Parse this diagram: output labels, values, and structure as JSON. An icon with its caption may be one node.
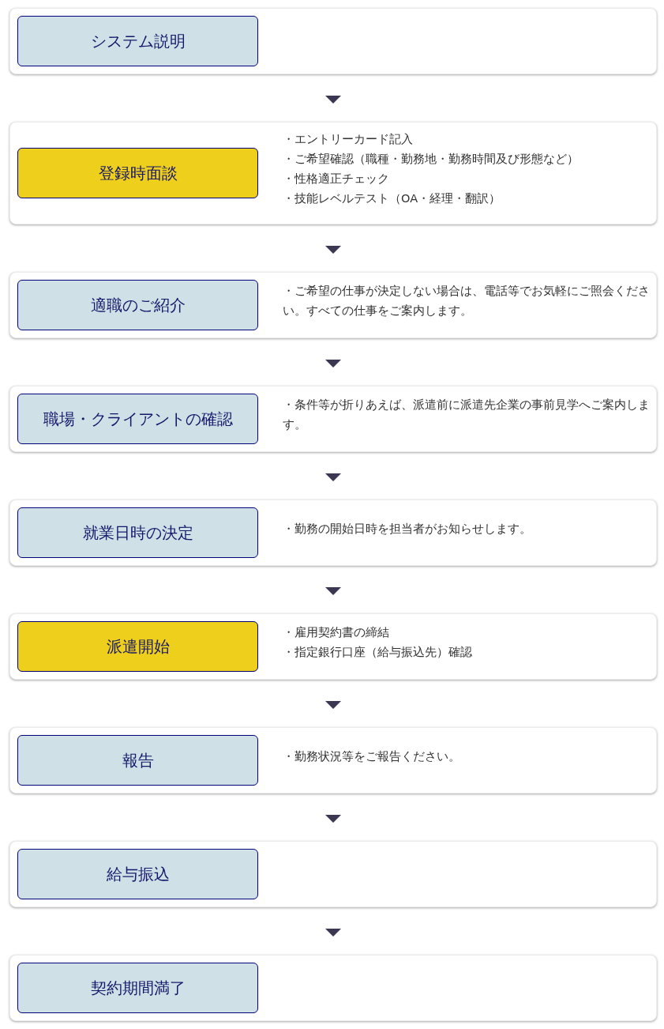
{
  "diagram": {
    "nodes": [
      {
        "text": [],
        "shape": "box"
      },
      {
        "text": [
          "システム説明"
        ],
        "in": 0
      },
      {
        "text": [
          "・エントリーカード記入",
          "・ご希望確認（職種・勤務地・勤務時間及び形態など）",
          "・性格適正チェック",
          "・技能レベルテスト（OA・経理・翻訳）"
        ]
      },
      {
        "text": [
          "登録時面談"
        ],
        "in": 2
      },
      {
        "text": [
          "・ご希望の仕事が決定しない場合は、電話等でお気軽にご照会ください。すべての仕事をご案内します。"
        ]
      },
      {
        "text": [
          "適職のご紹介"
        ],
        "in": 4
      },
      {
        "text": [
          "・条件等が折りあえば、派遣前に派遣先企業の事前見学へご案内します。"
        ]
      },
      {
        "text": [
          "職場・クライアントの確認"
        ],
        "in": 6
      },
      {
        "text": [
          "・勤務の開始日時を担当者がお知らせします。"
        ]
      },
      {
        "text": [
          "就業日時の決定"
        ],
        "in": 8
      },
      {
        "text": [
          "・雇用契約書の締結",
          "・指定銀行口座（給与振込先）確認"
        ]
      },
      {
        "text": [
          "派遣開始"
        ],
        "in": 10
      },
      {
        "text": [
          "・勤務状況等をご報告ください。"
        ]
      },
      {
        "text": [
          "報告"
        ],
        "in": 12
      },
      {
        "text": [],
        "shape": "box"
      },
      {
        "text": [
          "給与振込"
        ],
        "in": 14
      },
      {
        "text": [],
        "shape": "box"
      },
      {
        "text": [
          "契約期間満了"
        ],
        "in": 16
      }
    ],
    "edges": [
      {
        "from": 0,
        "to": 2,
        "arrow": "to"
      },
      {
        "from": 2,
        "to": 4,
        "arrow": "to"
      },
      {
        "from": 4,
        "to": 6,
        "arrow": "to"
      },
      {
        "from": 6,
        "to": 8,
        "arrow": "to"
      },
      {
        "from": 8,
        "to": 10,
        "arrow": "to"
      },
      {
        "from": 10,
        "to": 12,
        "arrow": "to"
      },
      {
        "from": 12,
        "to": 14,
        "arrow": "to"
      },
      {
        "from": 14,
        "to": 16,
        "arrow": "to"
      }
    ]
  }
}
